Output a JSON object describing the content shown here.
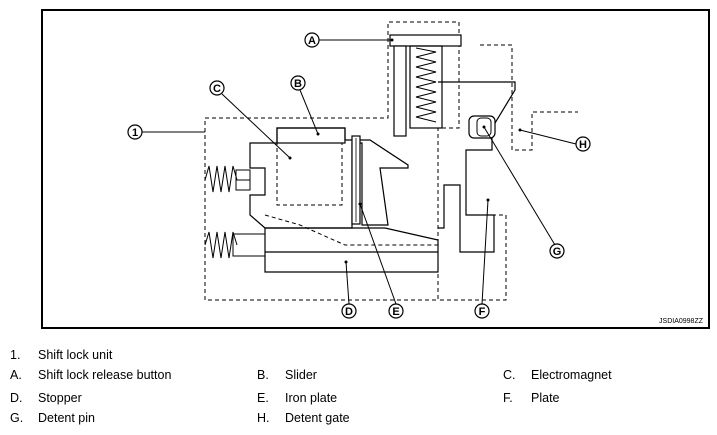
{
  "figure": {
    "code": "JSDIA0998ZZ",
    "callouts": {
      "one": "1",
      "a": "A",
      "b": "B",
      "c": "C",
      "d": "D",
      "e": "E",
      "f": "F",
      "g": "G",
      "h": "H"
    }
  },
  "legend": [
    {
      "key": "1.",
      "label": "Shift lock unit"
    },
    {
      "key": "A.",
      "label": "Shift lock release button"
    },
    {
      "key": "B.",
      "label": "Slider"
    },
    {
      "key": "C.",
      "label": "Electromagnet"
    },
    {
      "key": "D.",
      "label": "Stopper"
    },
    {
      "key": "E.",
      "label": "Iron plate"
    },
    {
      "key": "F.",
      "label": "Plate"
    },
    {
      "key": "G.",
      "label": "Detent pin"
    },
    {
      "key": "H.",
      "label": "Detent gate"
    }
  ]
}
